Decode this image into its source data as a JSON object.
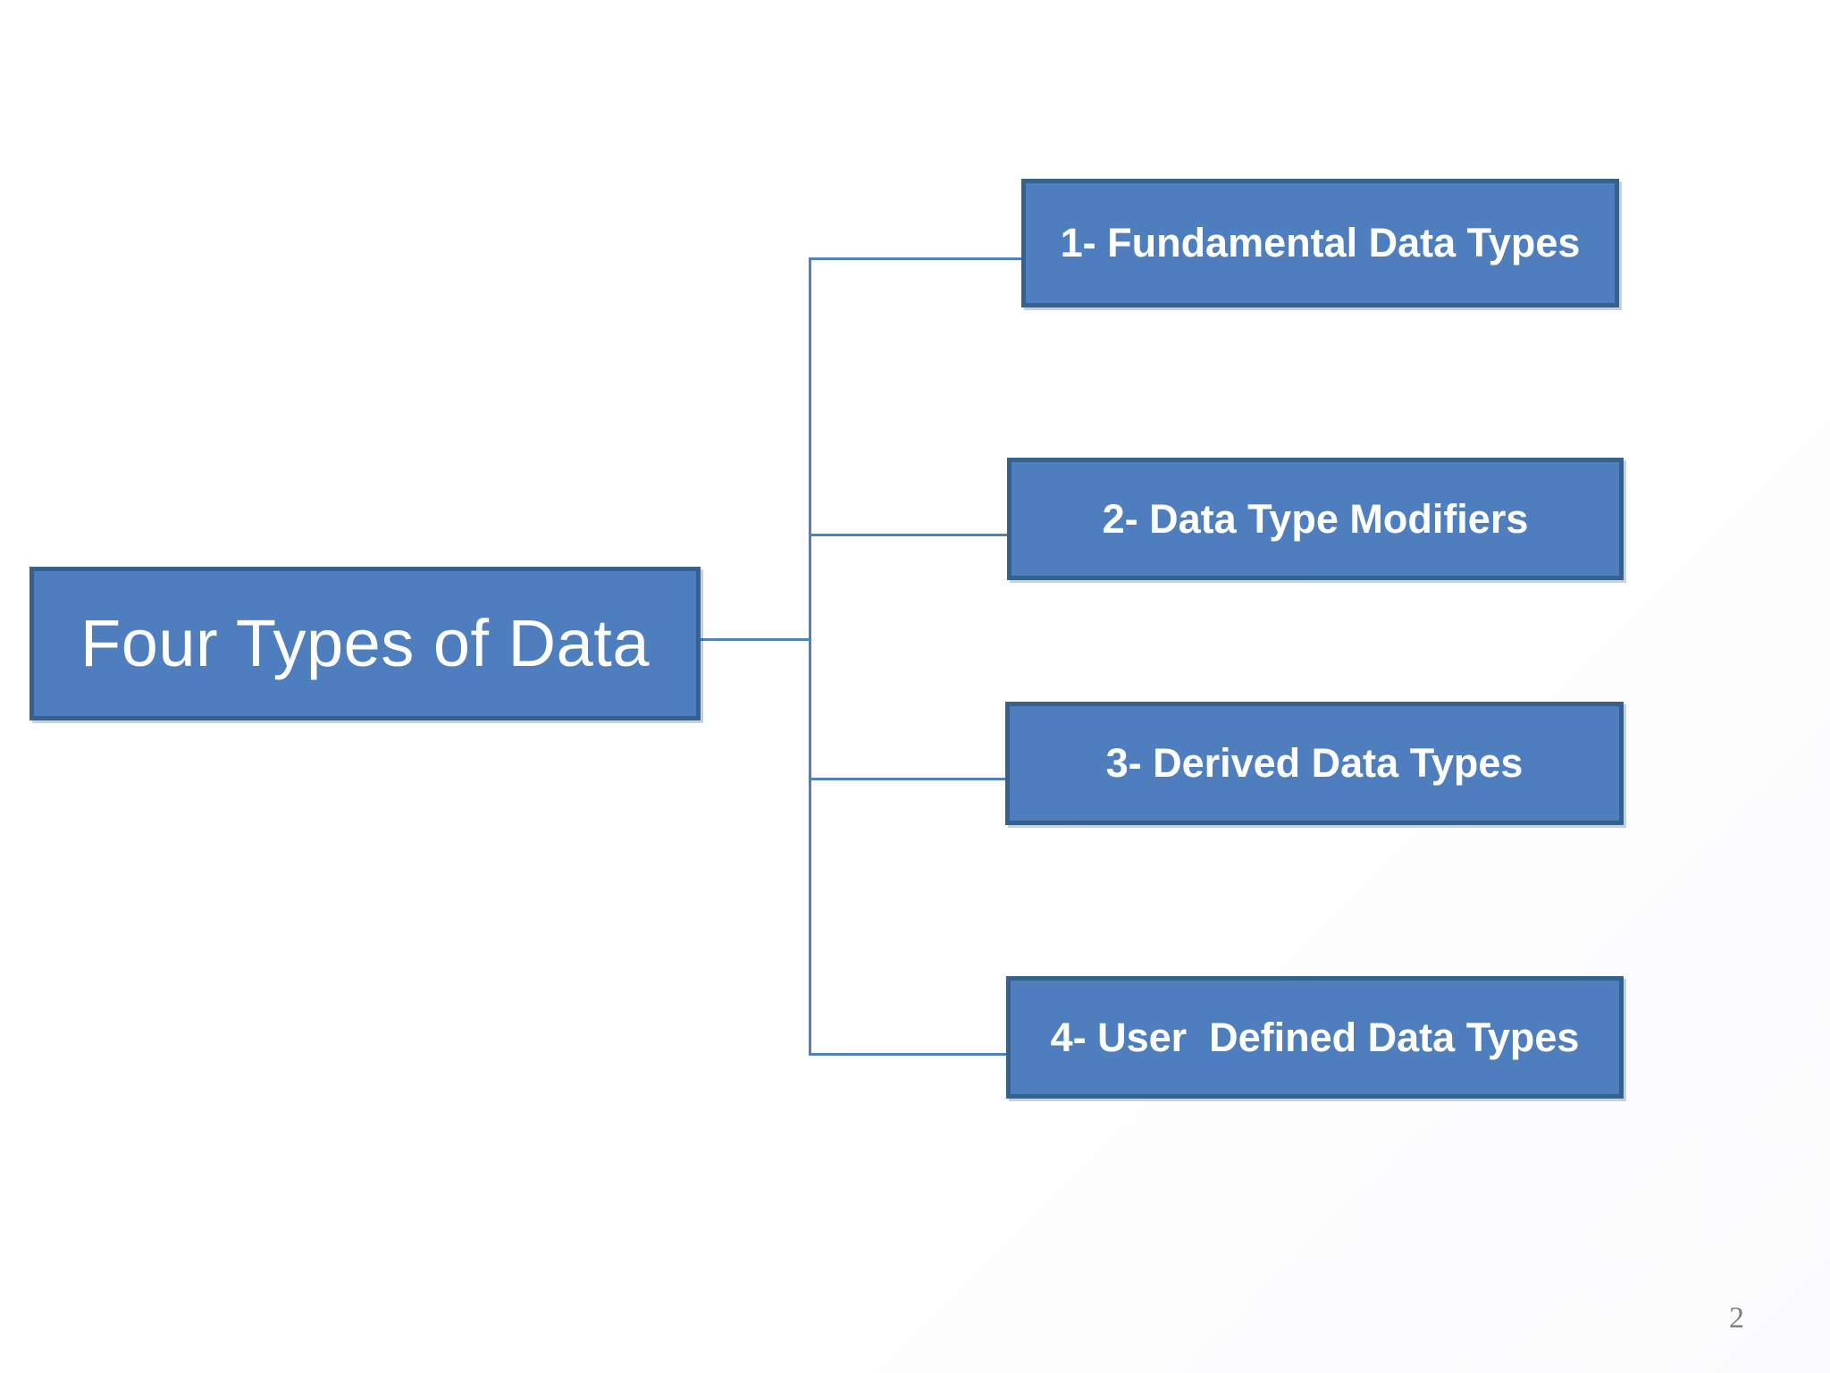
{
  "slide": {
    "page_number": "2",
    "background_color": "#FFFFFF",
    "accent_color": "#4E7EBE",
    "border_color": "#35618F",
    "connector_color": "#4F81BD",
    "page_number_color": "#7F7F7F"
  },
  "diagram": {
    "type": "horizontal-tree",
    "root": {
      "label": "Four Types of Data"
    },
    "branches": [
      {
        "label": "1- Fundamental Data Types"
      },
      {
        "label": "2- Data Type Modifiers"
      },
      {
        "label": "3- Derived Data Types"
      },
      {
        "label": "4- User  Defined Data Types"
      }
    ]
  }
}
